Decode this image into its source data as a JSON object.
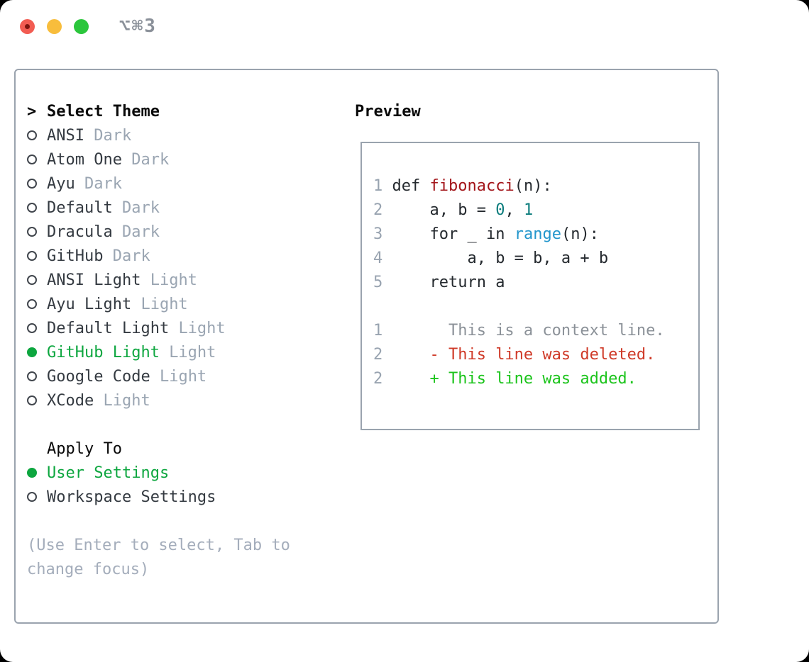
{
  "window": {
    "title": "⌥⌘3",
    "traffic_lights": [
      {
        "name": "close",
        "color": "#f25c52"
      },
      {
        "name": "minimize",
        "color": "#f8bd3c"
      },
      {
        "name": "zoom",
        "color": "#2bc63c"
      }
    ]
  },
  "theme_picker": {
    "prompt": ">",
    "header": "Select Theme",
    "themes": [
      {
        "name": "ANSI",
        "variant": "Dark",
        "selected": false
      },
      {
        "name": "Atom One",
        "variant": "Dark",
        "selected": false
      },
      {
        "name": "Ayu",
        "variant": "Dark",
        "selected": false
      },
      {
        "name": "Default",
        "variant": "Dark",
        "selected": false
      },
      {
        "name": "Dracula",
        "variant": "Dark",
        "selected": false
      },
      {
        "name": "GitHub",
        "variant": "Dark",
        "selected": false
      },
      {
        "name": "ANSI Light",
        "variant": "Light",
        "selected": false
      },
      {
        "name": "Ayu Light",
        "variant": "Light",
        "selected": false
      },
      {
        "name": "Default Light",
        "variant": "Light",
        "selected": false
      },
      {
        "name": "GitHub Light",
        "variant": "Light",
        "selected": true
      },
      {
        "name": "Google Code",
        "variant": "Light",
        "selected": false
      },
      {
        "name": "XCode",
        "variant": "Light",
        "selected": false
      }
    ],
    "apply_to": {
      "header": "Apply To",
      "options": [
        {
          "label": "User Settings",
          "selected": true
        },
        {
          "label": "Workspace Settings",
          "selected": false
        }
      ]
    },
    "hint_lines": [
      "(Use Enter to select, Tab to",
      "change focus)"
    ]
  },
  "preview": {
    "header": "Preview",
    "lines": [
      {
        "num": "1",
        "tokens": [
          {
            "text": " ",
            "cls": "pl"
          },
          {
            "text": "def",
            "cls": "kw"
          },
          {
            "text": " ",
            "cls": "pl"
          },
          {
            "text": "fibonacci",
            "cls": "fn"
          },
          {
            "text": "(n):",
            "cls": "pl"
          }
        ]
      },
      {
        "num": "2",
        "tokens": [
          {
            "text": "     a, b = ",
            "cls": "pl"
          },
          {
            "text": "0",
            "cls": "num"
          },
          {
            "text": ", ",
            "cls": "pl"
          },
          {
            "text": "1",
            "cls": "num"
          }
        ]
      },
      {
        "num": "3",
        "tokens": [
          {
            "text": "     ",
            "cls": "pl"
          },
          {
            "text": "for",
            "cls": "kw"
          },
          {
            "text": " _ ",
            "cls": "pl"
          },
          {
            "text": "in",
            "cls": "kw"
          },
          {
            "text": " ",
            "cls": "pl"
          },
          {
            "text": "range",
            "cls": "bi"
          },
          {
            "text": "(n):",
            "cls": "pl"
          }
        ]
      },
      {
        "num": "4",
        "tokens": [
          {
            "text": "         a, b = b, a + b",
            "cls": "pl"
          }
        ]
      },
      {
        "num": "5",
        "tokens": [
          {
            "text": "     ",
            "cls": "pl"
          },
          {
            "text": "return",
            "cls": "kw"
          },
          {
            "text": " a",
            "cls": "pl"
          }
        ]
      },
      {
        "num": "",
        "tokens": []
      },
      {
        "num": "1",
        "tokens": [
          {
            "text": "       This is a context line.",
            "cls": "ctx"
          }
        ]
      },
      {
        "num": "2",
        "tokens": [
          {
            "text": "     - This line was deleted.",
            "cls": "del"
          }
        ]
      },
      {
        "num": "2",
        "tokens": [
          {
            "text": "     + This line was added.",
            "cls": "add"
          }
        ]
      }
    ]
  },
  "colors": {
    "selection_green": "#0da63f",
    "added_green": "#1cc41c",
    "deleted_red": "#cf3a28",
    "context_gray": "#8b9198",
    "function_red": "#a3151a",
    "number_teal": "#0c7d7d",
    "builtin_blue": "#2396cc",
    "keyword_dark": "#24292e",
    "muted_gray": "#9aa5b2",
    "line_number_gray": "#98a3b0",
    "panel_border_gray": "#9aa3ae"
  }
}
